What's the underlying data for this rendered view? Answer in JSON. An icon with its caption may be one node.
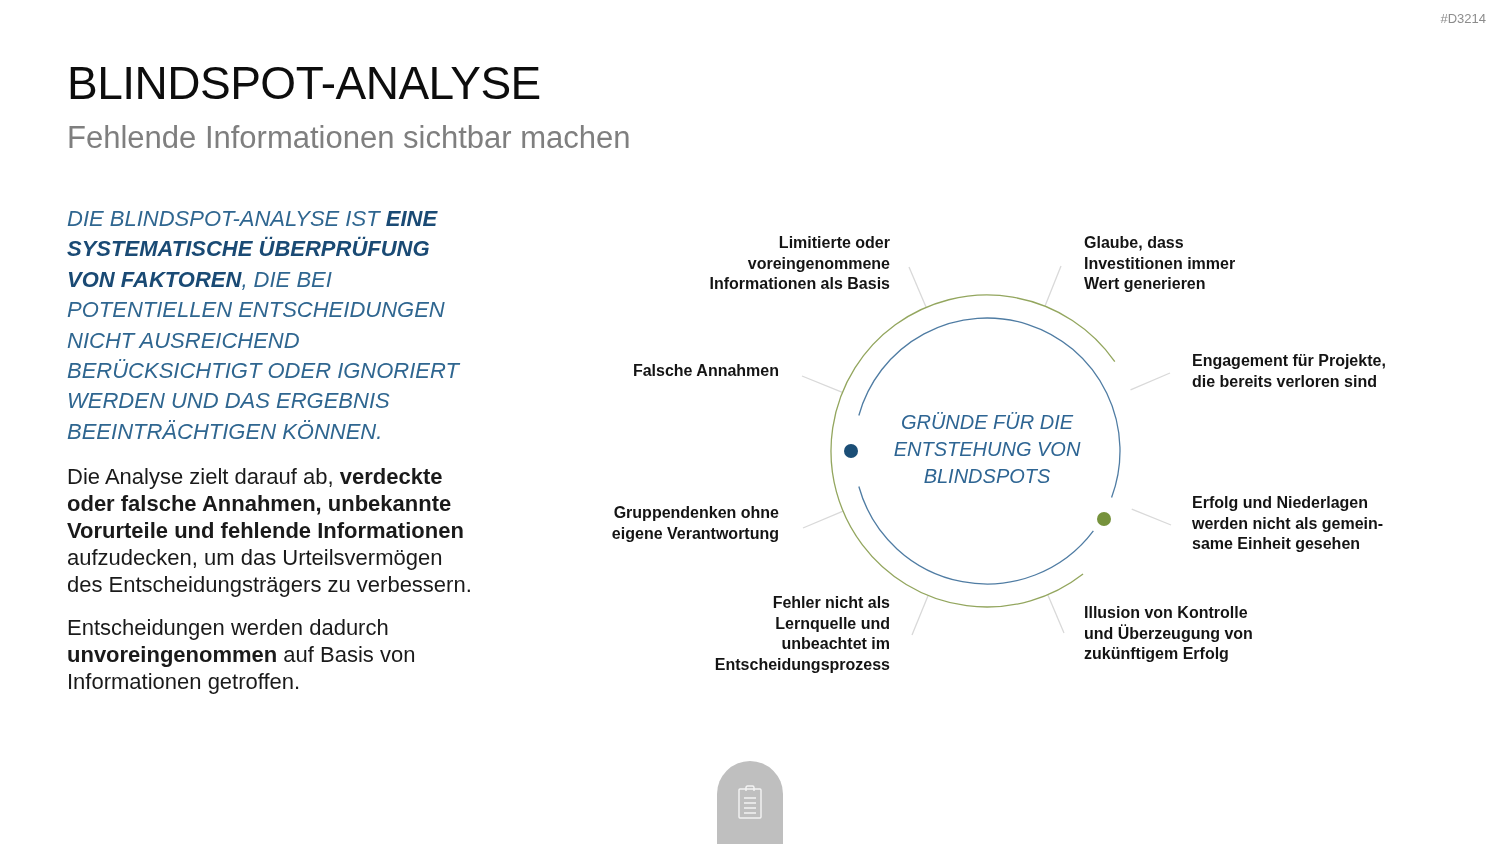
{
  "diagram": {
    "title": "BLINDSPOT-ANALYSE",
    "nodes": [
      {
        "text": [
          "GRÜNDE FÜR DIE ENTSTEHUNG VON BLINDSPOTS"
        ]
      },
      {
        "text": [
          "Limitierte oder voreingenommene Informationen als Basis"
        ]
      },
      {
        "text": [
          "Glaube, dass Investitionen immer Wert generieren"
        ]
      },
      {
        "text": [
          "Falsche Annahmen"
        ]
      },
      {
        "text": [
          "Engagement für Projekte, die bereits verloren sind"
        ]
      },
      {
        "text": [
          "Gruppendenken ohne eigene Verantwortung"
        ]
      },
      {
        "text": [
          "Erfolg und Niederlagen werden nicht als gemein- same Einheit gesehen"
        ]
      },
      {
        "text": [
          "Fehler nicht als Lernquelle und unbeachtet im Entscheidungsprozess"
        ]
      },
      {
        "text": [
          "Illusion von Kontrolle und Überzeugung von zukünftigem Erfolg"
        ]
      }
    ],
    "edges": [
      {
        "from": 1,
        "to": 0,
        "arrow": "none"
      },
      {
        "from": 2,
        "to": 0,
        "arrow": "none"
      },
      {
        "from": 3,
        "to": 0,
        "arrow": "none"
      },
      {
        "from": 4,
        "to": 0,
        "arrow": "none"
      },
      {
        "from": 5,
        "to": 0,
        "arrow": "none"
      },
      {
        "from": 6,
        "to": 0,
        "arrow": "none"
      },
      {
        "from": 7,
        "to": 0,
        "arrow": "none"
      },
      {
        "from": 8,
        "to": 0,
        "arrow": "none"
      }
    ],
    "labels": [
      "#D3214",
      "Fehlende Informationen sichtbar machen",
      "DIE BLINDSPOT-ANALYSE IST **EINE SYSTEMATISCHE ÜBERPRÜFUNG VON FAKTOREN**, DIE BEI POTENTIELLEN ENTSCHEIDUNGEN NICHT AUSREICHEND BERÜCKSICHTIGT ODER IGNORIERT WERDEN UND DAS ERGEBNIS BEEINTRÄCHTIGEN KÖNNEN.",
      "Die Analyse zielt darauf ab, **verdeckte oder falsche Annahmen, unbekannte Vorurteile und fehlende Informationen** aufzudecken, um das Urteilsvermögen des Entscheidungsträgers zu verbessern.",
      "Entscheidungen werden dadurch **unvoreingenommen** auf Basis von Informationen getroffen."
    ]
  }
}
